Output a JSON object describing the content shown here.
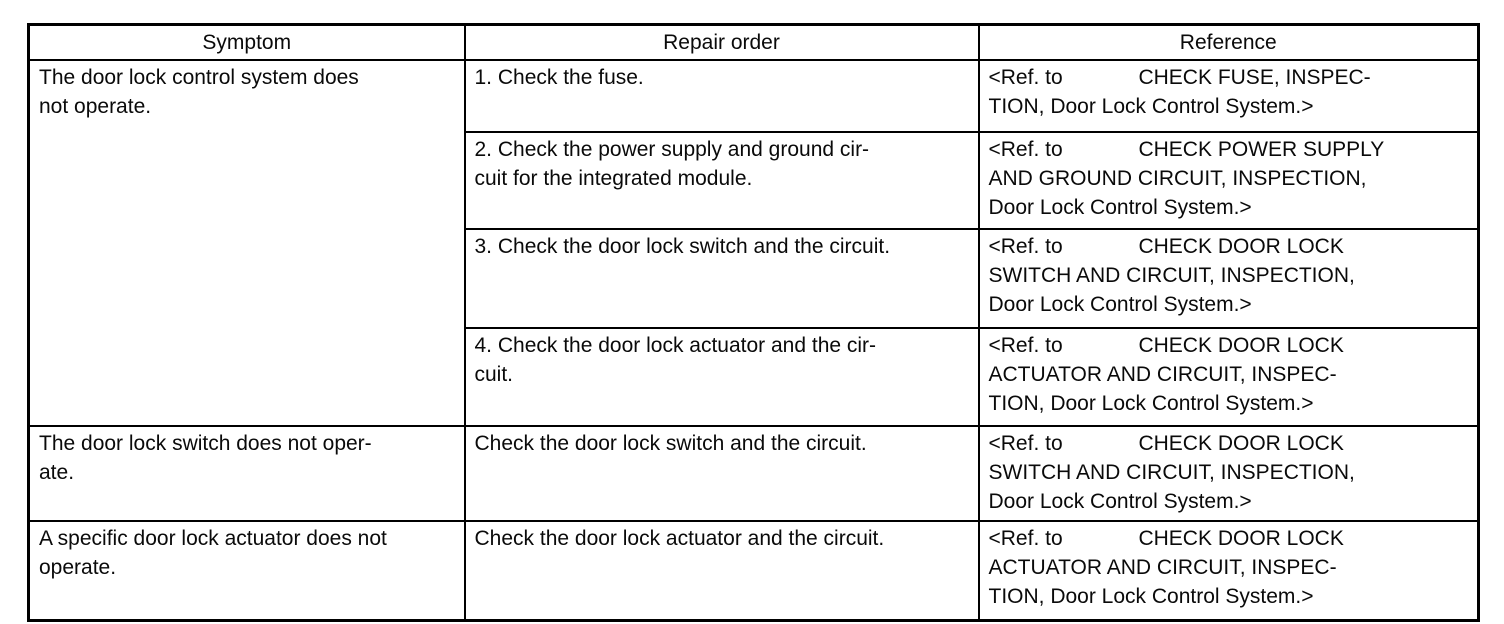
{
  "colors": {
    "ink": "#0a0a0a",
    "border": "#000000",
    "background": "#ffffff"
  },
  "doc": {
    "headers": {
      "symptom": "Symptom",
      "repair": "Repair order",
      "reference": "Reference"
    },
    "rows": [
      {
        "symptom": "The door lock control system does\nnot operate.",
        "steps": [
          {
            "repair": "1. Check the fuse.",
            "reference": "<Ref. to             CHECK FUSE, INSPEC-\nTION, Door Lock Control System.>"
          },
          {
            "repair": "2. Check the power supply and ground cir-\ncuit for the integrated module.",
            "reference": "<Ref. to             CHECK POWER SUPPLY\nAND GROUND CIRCUIT, INSPECTION,\nDoor Lock Control System.>"
          },
          {
            "repair": "3. Check the door lock switch and the circuit.",
            "reference": "<Ref. to             CHECK DOOR LOCK\nSWITCH AND CIRCUIT, INSPECTION,\nDoor Lock Control System.>"
          },
          {
            "repair": "4. Check the door lock actuator and the cir-\ncuit.",
            "reference": "<Ref. to             CHECK DOOR LOCK\nACTUATOR AND CIRCUIT, INSPEC-\nTION, Door Lock Control System.>"
          }
        ]
      },
      {
        "symptom": "The door lock switch does not oper-\nate.",
        "steps": [
          {
            "repair": "Check the door lock switch and the circuit.",
            "reference": "<Ref. to             CHECK DOOR LOCK\nSWITCH AND CIRCUIT, INSPECTION,\nDoor Lock Control System.>"
          }
        ]
      },
      {
        "symptom": "A specific door lock actuator does not\noperate.",
        "steps": [
          {
            "repair": "Check the door lock actuator and the circuit.",
            "reference": "<Ref. to             CHECK DOOR LOCK\nACTUATOR AND CIRCUIT, INSPEC-\nTION, Door Lock Control System.>"
          }
        ]
      }
    ]
  }
}
